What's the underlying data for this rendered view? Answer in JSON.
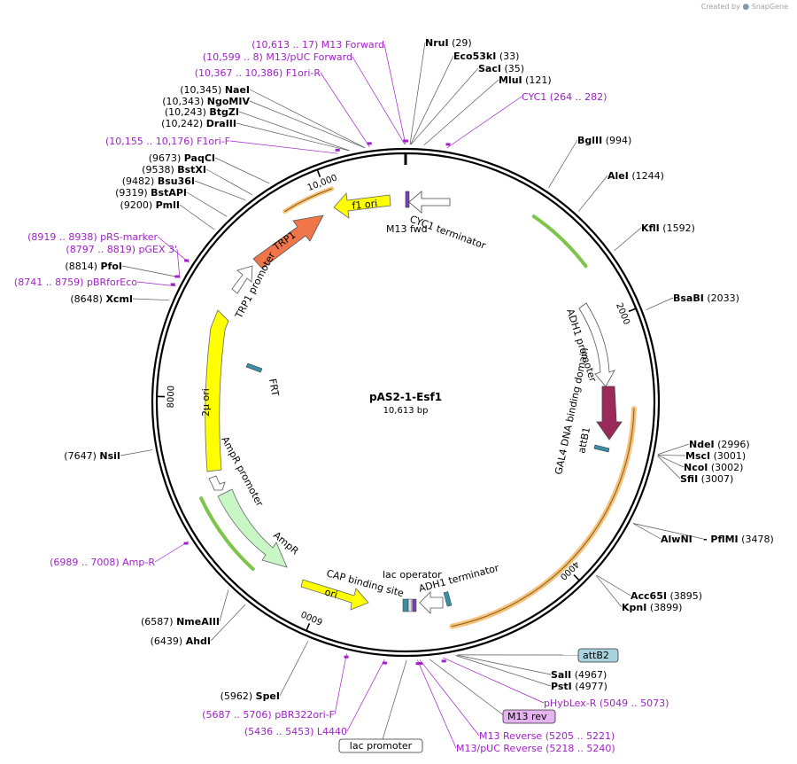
{
  "credit": {
    "prefix": "Created by",
    "brand": "SnapGene"
  },
  "plasmid": {
    "name": "pAS2-1-Esf1",
    "size_label": "10,613 bp",
    "length": 10613
  },
  "ticks": [
    {
      "pos": 0,
      "label": ""
    },
    {
      "pos": 2000,
      "label": "2000"
    },
    {
      "pos": 4000,
      "label": "4000"
    },
    {
      "pos": 6000,
      "label": "6000"
    },
    {
      "pos": 8000,
      "label": "8000"
    },
    {
      "pos": 10000,
      "label": "10,000"
    }
  ],
  "sites": [
    {
      "id": "nrui",
      "name": "NruI",
      "pos_label": "(29)",
      "pos": 29,
      "side": "r",
      "name_bold": true
    },
    {
      "id": "eco53ki",
      "name": "Eco53kI",
      "pos_label": "(33)",
      "pos": 33,
      "side": "r",
      "name_bold": true
    },
    {
      "id": "saci",
      "name": "SacI",
      "pos_label": "(35)",
      "pos": 35,
      "side": "r",
      "name_bold": true
    },
    {
      "id": "mlui",
      "name": "MluI",
      "pos_label": "(121)",
      "pos": 121,
      "side": "r",
      "name_bold": true
    },
    {
      "id": "cyc1",
      "name": "CYC1",
      "pos_label": "(264 .. 282)",
      "pos": 273,
      "side": "r",
      "primer": true
    },
    {
      "id": "bglii",
      "name": "BglII",
      "pos_label": "(994)",
      "pos": 994,
      "side": "r",
      "name_bold": true
    },
    {
      "id": "alei",
      "name": "AleI",
      "pos_label": "(1244)",
      "pos": 1244,
      "side": "r",
      "name_bold": true
    },
    {
      "id": "kfli",
      "name": "KflI",
      "pos_label": "(1592)",
      "pos": 1592,
      "side": "r",
      "name_bold": true
    },
    {
      "id": "bsabi",
      "name": "BsaBI",
      "pos_label": "(2033)",
      "pos": 2033,
      "side": "r",
      "name_bold": true
    },
    {
      "id": "ndei",
      "name": "NdeI",
      "pos_label": "(2996)",
      "pos": 2996,
      "side": "r",
      "name_bold": true
    },
    {
      "id": "msci",
      "name": "MscI",
      "pos_label": "(3001)",
      "pos": 3001,
      "side": "r",
      "name_bold": true
    },
    {
      "id": "ncoi",
      "name": "NcoI",
      "pos_label": "(3002)",
      "pos": 3002,
      "side": "r",
      "name_bold": true
    },
    {
      "id": "sfii",
      "name": "SfiI",
      "pos_label": "(3007)",
      "pos": 3007,
      "side": "r",
      "name_bold": true
    },
    {
      "id": "alwni",
      "name": "AlwNI",
      "pos_label": "",
      "pos": 3478,
      "side": "r",
      "name_bold": true
    },
    {
      "id": "pflmi",
      "name": "- PflMI",
      "pos_label": "(3478)",
      "pos": 3478,
      "side": "r",
      "name_bold": true
    },
    {
      "id": "acc65i",
      "name": "Acc65I",
      "pos_label": "(3895)",
      "pos": 3895,
      "side": "r",
      "name_bold": true
    },
    {
      "id": "kpni",
      "name": "KpnI",
      "pos_label": "(3899)",
      "pos": 3899,
      "side": "r",
      "name_bold": true
    },
    {
      "id": "attb2",
      "name": "attB2",
      "pos_label": "",
      "pos": 4960,
      "side": "r",
      "boxed": "attb2"
    },
    {
      "id": "sali",
      "name": "SalI",
      "pos_label": "(4967)",
      "pos": 4967,
      "side": "r",
      "name_bold": true
    },
    {
      "id": "psti",
      "name": "PstI",
      "pos_label": "(4977)",
      "pos": 4977,
      "side": "r",
      "name_bold": true
    },
    {
      "id": "phyblex",
      "name": "pHybLex-R",
      "pos_label": "(5049 .. 5073)",
      "pos": 5061,
      "side": "r",
      "primer": true
    },
    {
      "id": "m13rev",
      "name": "M13 rev",
      "pos_label": "",
      "pos": 5150,
      "side": "r",
      "boxed": "m13rev"
    },
    {
      "id": "m13reverse",
      "name": "M13 Reverse",
      "pos_label": "(5205 .. 5221)",
      "pos": 5213,
      "side": "r",
      "primer": true
    },
    {
      "id": "m13pucrev",
      "name": "M13/pUC Reverse",
      "pos_label": "(5218 .. 5240)",
      "pos": 5229,
      "side": "r",
      "primer": true
    },
    {
      "id": "lacpromoter",
      "name": "lac promoter",
      "pos_label": "",
      "pos": 5300,
      "side": "c",
      "boxed": "lacprom"
    },
    {
      "id": "l4440",
      "name": "L4440",
      "pos_label": "(5436 .. 5453)",
      "pos": 5444,
      "side": "l",
      "primer": true
    },
    {
      "id": "pbr322ori",
      "name": "pBR322ori-F",
      "pos_label": "(5687 .. 5706)",
      "pos": 5696,
      "side": "l",
      "primer": true
    },
    {
      "id": "spei",
      "name": "SpeI",
      "pos_label": "(5962)",
      "pos": 5962,
      "side": "l",
      "name_bold": true
    },
    {
      "id": "ahdi",
      "name": "AhdI",
      "pos_label": "(6439)",
      "pos": 6439,
      "side": "l",
      "name_bold": true
    },
    {
      "id": "nmeaiii",
      "name": "NmeAIII",
      "pos_label": "(6587)",
      "pos": 6587,
      "side": "l",
      "name_bold": true
    },
    {
      "id": "ampr_primer",
      "name": "Amp-R",
      "pos_label": "(6989 .. 7008)",
      "pos": 6998,
      "side": "l",
      "primer": true
    },
    {
      "id": "nsii",
      "name": "NsiI",
      "pos_label": "(7647)",
      "pos": 7647,
      "side": "l",
      "name_bold": true
    },
    {
      "id": "xcmi",
      "name": "XcmI",
      "pos_label": "(8648)",
      "pos": 8648,
      "side": "l",
      "name_bold": true
    },
    {
      "id": "pbrforeco",
      "name": "pBRforEco",
      "pos_label": "(8741 .. 8759)",
      "pos": 8750,
      "side": "l",
      "primer": true
    },
    {
      "id": "pfoi",
      "name": "PfoI",
      "pos_label": "(8814)",
      "pos": 8814,
      "side": "l",
      "name_bold": true
    },
    {
      "id": "pgex3",
      "name": "pGEX 3'",
      "pos_label": "(8797 .. 8819)",
      "pos": 8808,
      "side": "l",
      "primer": true
    },
    {
      "id": "prsmarker",
      "name": "pRS-marker",
      "pos_label": "(8919 .. 8938)",
      "pos": 8928,
      "side": "l",
      "primer": true
    },
    {
      "id": "pmli",
      "name": "PmlI",
      "pos_label": "(9200)",
      "pos": 9200,
      "side": "l",
      "name_bold": true
    },
    {
      "id": "bstapi",
      "name": "BstAPI",
      "pos_label": "(9319)",
      "pos": 9319,
      "side": "l",
      "name_bold": true
    },
    {
      "id": "bsu36i",
      "name": "Bsu36I",
      "pos_label": "(9482)",
      "pos": 9482,
      "side": "l",
      "name_bold": true
    },
    {
      "id": "bstxi",
      "name": "BstXI",
      "pos_label": "(9538)",
      "pos": 9538,
      "side": "l",
      "name_bold": true
    },
    {
      "id": "paqci",
      "name": "PaqCI",
      "pos_label": "(9673)",
      "pos": 9673,
      "side": "l",
      "name_bold": true
    },
    {
      "id": "f1orif",
      "name": "F1ori-F",
      "pos_label": "(10,155 .. 10,176)",
      "pos": 10165,
      "side": "l",
      "primer": true
    },
    {
      "id": "draiii",
      "name": "DraIII",
      "pos_label": "(10,242)",
      "pos": 10242,
      "side": "l",
      "name_bold": true
    },
    {
      "id": "btgzi",
      "name": "BtgZI",
      "pos_label": "(10,243)",
      "pos": 10243,
      "side": "l",
      "name_bold": true
    },
    {
      "id": "ngomiv",
      "name": "NgoMIV",
      "pos_label": "(10,343)",
      "pos": 10343,
      "side": "l",
      "name_bold": true
    },
    {
      "id": "naei",
      "name": "NaeI",
      "pos_label": "(10,345)",
      "pos": 10345,
      "side": "l",
      "name_bold": true
    },
    {
      "id": "f1orir",
      "name": "F1ori-R",
      "pos_label": "(10,367 .. 10,386)",
      "pos": 10376,
      "side": "l",
      "primer": true
    },
    {
      "id": "m13pucfwd",
      "name": "M13/pUC Forward",
      "pos_label": "(10,599 .. 8)",
      "pos": 10608,
      "side": "l",
      "primer": true
    },
    {
      "id": "m13forward",
      "name": "M13 Forward",
      "pos_label": "(10,613 .. 17)",
      "pos": 10613,
      "side": "l",
      "primer": true
    }
  ],
  "features": [
    {
      "id": "cyc1term",
      "name": "CYC1 terminator"
    },
    {
      "id": "m13fwd",
      "name": "M13 fwd"
    },
    {
      "id": "f1ori",
      "name": "f1 ori"
    },
    {
      "id": "trp1",
      "name": "TRP1"
    },
    {
      "id": "trp1prom",
      "name": "TRP1 promoter"
    },
    {
      "id": "frt",
      "name": "FRT"
    },
    {
      "id": "twomu",
      "name": "2μ ori"
    },
    {
      "id": "amprprom",
      "name": "AmpR promoter"
    },
    {
      "id": "ampr",
      "name": "AmpR"
    },
    {
      "id": "cap",
      "name": "CAP binding site"
    },
    {
      "id": "ori",
      "name": "ori"
    },
    {
      "id": "lacop",
      "name": "lac operator"
    },
    {
      "id": "adh1term",
      "name": "ADH1 terminator"
    },
    {
      "id": "adh1prom",
      "name": "ADH1 promoter"
    },
    {
      "id": "gal4",
      "name": "GAL4 DNA binding domain"
    },
    {
      "id": "attb1",
      "name": "attB1"
    }
  ],
  "colors": {
    "primer": "#a020c8",
    "trp1": "#f0764a",
    "yellow_feature": "#ffff00",
    "ampr": "#c8f7c5",
    "gal4": "#9b2a5a",
    "orange_orf": "#f5c27a",
    "green_orf": "#7cc44a",
    "attb": "#3a8ea6",
    "attb2_box": "#a9d3df",
    "m13rev_box": "#e5b3ef"
  }
}
